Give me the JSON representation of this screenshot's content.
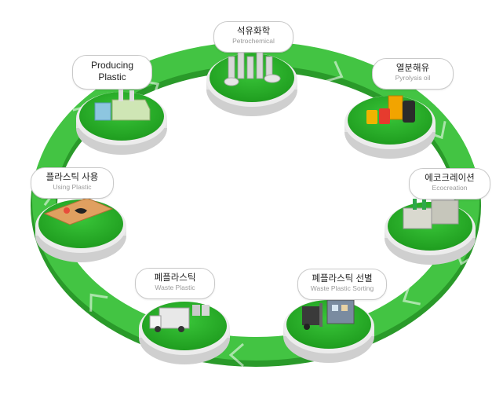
{
  "diagram": {
    "colors": {
      "ring": "#3fbf3f",
      "ring_dark": "#2a9a2a",
      "platform_top": "#2fb92f",
      "platform_side": "#dcdcdc",
      "platform_rim": "#1f8f1f"
    },
    "stages": [
      {
        "key": "petrochemical",
        "title": "석유화학",
        "subtitle": "Petrochemical",
        "icon": "refinery-icon"
      },
      {
        "key": "pyrolysis-oil",
        "title": "열분해유",
        "subtitle": "Pyrolysis oil",
        "icon": "oil-barrels-icon"
      },
      {
        "key": "ecocreation",
        "title": "에코크레이션",
        "subtitle": "Ecocreation",
        "icon": "pyrolysis-plant-icon"
      },
      {
        "key": "waste-plastic-sorting",
        "title": "폐플라스틱 선별",
        "subtitle": "Waste Plastic Sorting",
        "icon": "forklift-sorting-icon"
      },
      {
        "key": "waste-plastic",
        "title": "폐플라스틱",
        "subtitle": "Waste Plastic",
        "icon": "garbage-truck-icon"
      },
      {
        "key": "using-plastic",
        "title": "플라스틱 사용",
        "subtitle": "Using Plastic",
        "icon": "picnic-table-icon"
      },
      {
        "key": "producing-plastic",
        "title": "Producing Plastic",
        "subtitle": "",
        "icon": "factory-icon"
      }
    ]
  }
}
